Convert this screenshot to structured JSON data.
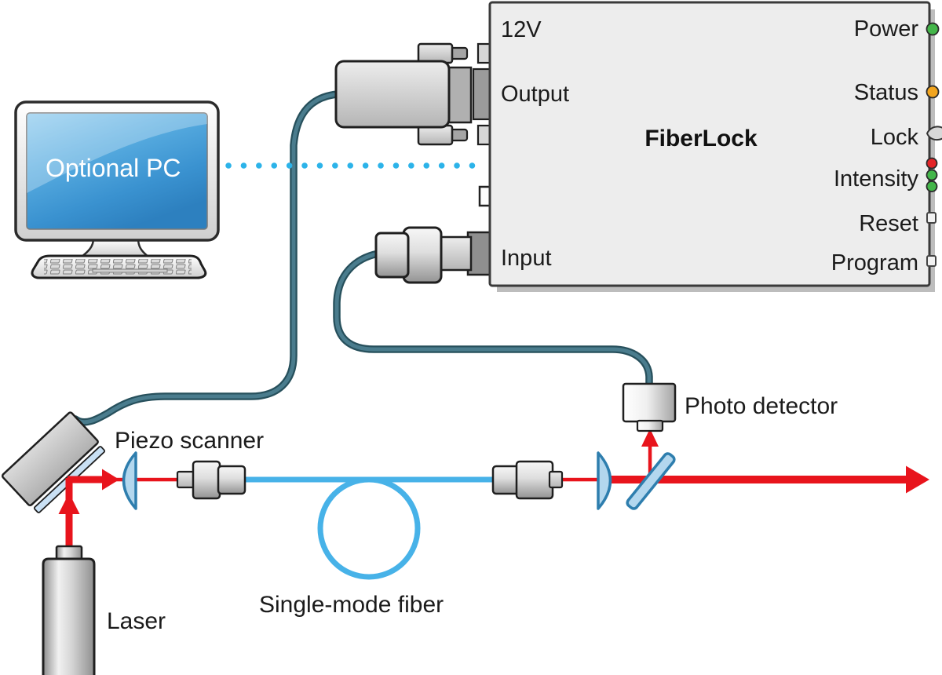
{
  "colors": {
    "beam_red": "#e8141c",
    "fiber_blue": "#47b2e8",
    "dotted_cyan": "#2cb3e9",
    "cable_teal": "#4a7c8d",
    "optics_blue": "#b3d7ee",
    "led_green": "#44b64a",
    "led_orange": "#f2a51f",
    "led_red": "#e42528",
    "screen_blue": "#4a9fd8"
  },
  "pc": {
    "screen_label": "Optional PC"
  },
  "device": {
    "title": "FiberLock",
    "left_ports": [
      {
        "label": "12V"
      },
      {
        "label": "Output"
      },
      {
        "label": "Input"
      }
    ],
    "right_indicators": [
      {
        "label": "Power",
        "indicator": "green-led"
      },
      {
        "label": "Status",
        "indicator": "orange-led"
      },
      {
        "label": "Lock",
        "indicator": "lever"
      },
      {
        "label": "Intensity",
        "indicator": "red-green-green-leds"
      },
      {
        "label": "Reset",
        "indicator": "push-button"
      },
      {
        "label": "Program",
        "indicator": "push-button"
      }
    ]
  },
  "labels": {
    "piezo_scanner": "Piezo scanner",
    "laser": "Laser",
    "single_mode_fiber": "Single-mode fiber",
    "photo_detector": "Photo detector"
  }
}
